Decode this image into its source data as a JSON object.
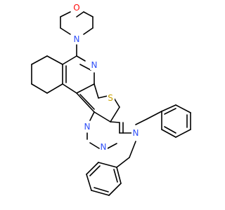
{
  "structure": {
    "atom_labels": [
      {
        "id": "O1",
        "text": "O",
        "color": "#ff0d0d"
      },
      {
        "id": "N1",
        "text": "N",
        "color": "#3050f8"
      },
      {
        "id": "N2",
        "text": "N",
        "color": "#3050f8"
      },
      {
        "id": "S1",
        "text": "S",
        "color": "#c8a000"
      },
      {
        "id": "N3",
        "text": "N",
        "color": "#3050f8"
      },
      {
        "id": "N4",
        "text": "N",
        "color": "#3050f8"
      },
      {
        "id": "N5",
        "text": "N",
        "color": "#3050f8"
      }
    ]
  }
}
